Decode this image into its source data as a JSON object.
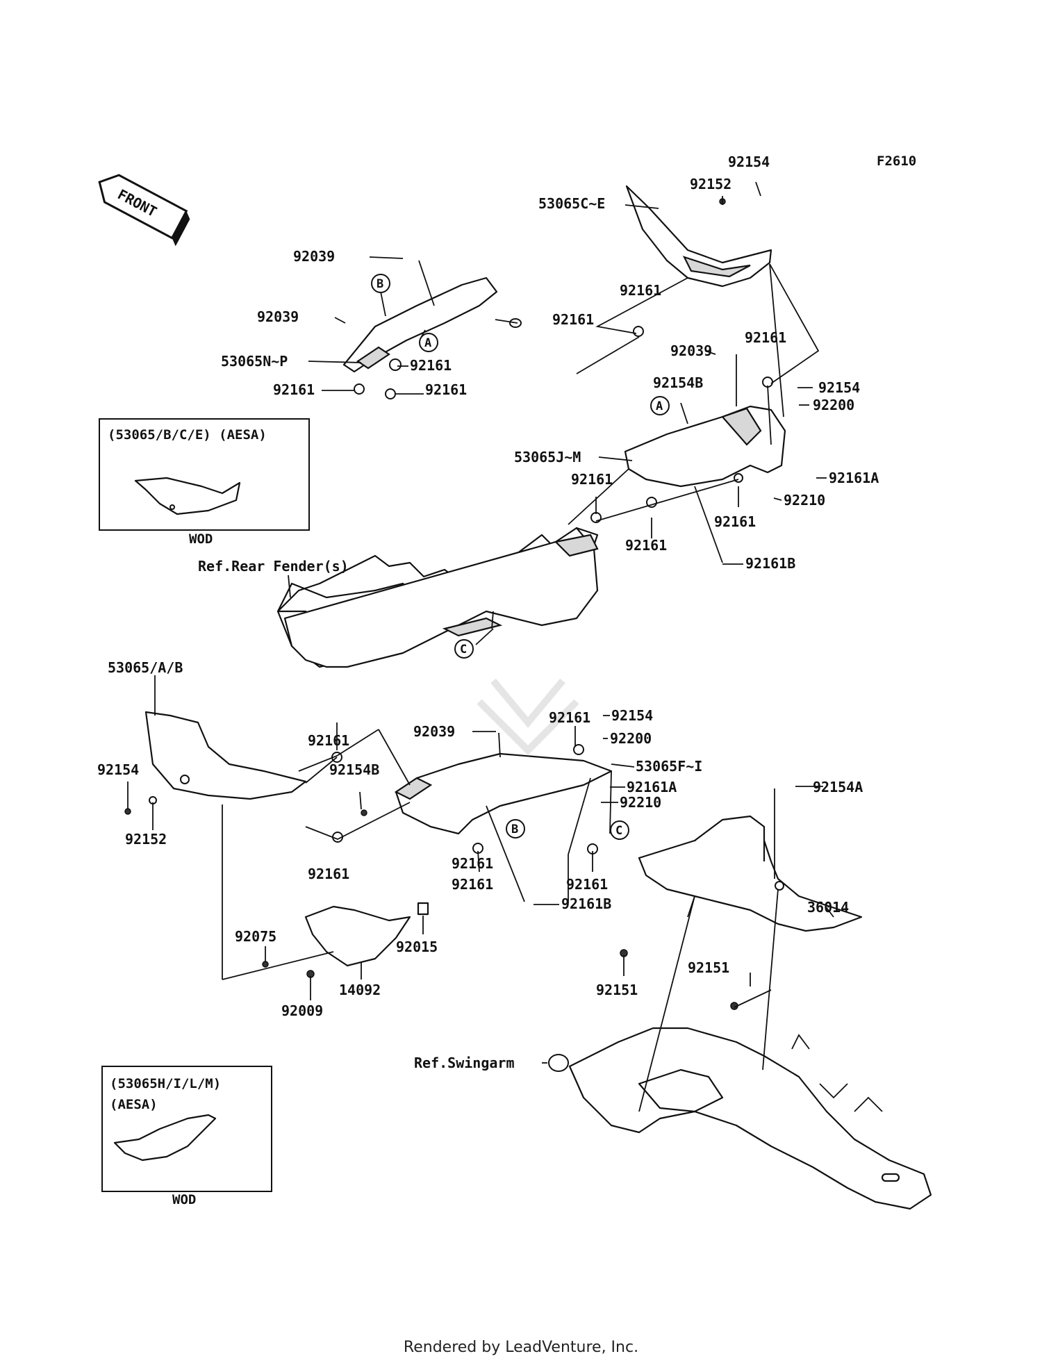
{
  "diagram_code": "F2610",
  "front_arrow_label": "FRONT",
  "callouts": {
    "A": "A",
    "B": "B",
    "C": "C"
  },
  "inset_top": {
    "title": "(53065/B/C/E) (AESA)",
    "caption": "WOD"
  },
  "inset_bottom": {
    "title_line1": "(53065H/I/L/M)",
    "title_line2": "(AESA)",
    "caption": "WOD"
  },
  "labels": [
    {
      "id": "l01",
      "text": "92154"
    },
    {
      "id": "l02",
      "text": "92152"
    },
    {
      "id": "l03",
      "text": "53065C~E"
    },
    {
      "id": "l04",
      "text": "92039"
    },
    {
      "id": "l05",
      "text": "92161"
    },
    {
      "id": "l06",
      "text": "92039"
    },
    {
      "id": "l07",
      "text": "92161"
    },
    {
      "id": "l08",
      "text": "53065N~P"
    },
    {
      "id": "l09",
      "text": "92161"
    },
    {
      "id": "l10",
      "text": "92161"
    },
    {
      "id": "l11",
      "text": "92161"
    },
    {
      "id": "l12",
      "text": "92039"
    },
    {
      "id": "l13",
      "text": "92161"
    },
    {
      "id": "l14",
      "text": "92154B"
    },
    {
      "id": "l15",
      "text": "92154"
    },
    {
      "id": "l16",
      "text": "92200"
    },
    {
      "id": "l17",
      "text": "53065J~M"
    },
    {
      "id": "l18",
      "text": "92161A"
    },
    {
      "id": "l19",
      "text": "92161"
    },
    {
      "id": "l20",
      "text": "92210"
    },
    {
      "id": "l21",
      "text": "92161"
    },
    {
      "id": "l22",
      "text": "92161"
    },
    {
      "id": "l23",
      "text": "Ref.Rear Fender(s)"
    },
    {
      "id": "l24",
      "text": "92161B"
    },
    {
      "id": "l25",
      "text": "53065/A/B"
    },
    {
      "id": "l26",
      "text": "92039"
    },
    {
      "id": "l27",
      "text": "92161"
    },
    {
      "id": "l28",
      "text": "92161"
    },
    {
      "id": "l29",
      "text": "92154"
    },
    {
      "id": "l30",
      "text": "92200"
    },
    {
      "id": "l31",
      "text": "92154"
    },
    {
      "id": "l32",
      "text": "92154B"
    },
    {
      "id": "l33",
      "text": "53065F~I"
    },
    {
      "id": "l34",
      "text": "92161A"
    },
    {
      "id": "l35",
      "text": "92154A"
    },
    {
      "id": "l36",
      "text": "92152"
    },
    {
      "id": "l37",
      "text": "92210"
    },
    {
      "id": "l38",
      "text": "92161"
    },
    {
      "id": "l39",
      "text": "92161"
    },
    {
      "id": "l40",
      "text": "92161"
    },
    {
      "id": "l41",
      "text": "92161"
    },
    {
      "id": "l42",
      "text": "92161B"
    },
    {
      "id": "l43",
      "text": "36014"
    },
    {
      "id": "l44",
      "text": "92075"
    },
    {
      "id": "l45",
      "text": "92015"
    },
    {
      "id": "l46",
      "text": "14092"
    },
    {
      "id": "l47",
      "text": "92151"
    },
    {
      "id": "l48",
      "text": "92151"
    },
    {
      "id": "l49",
      "text": "92009"
    },
    {
      "id": "l50",
      "text": "Ref.Swingarm"
    }
  ],
  "footer": "Rendered by LeadVenture, Inc."
}
